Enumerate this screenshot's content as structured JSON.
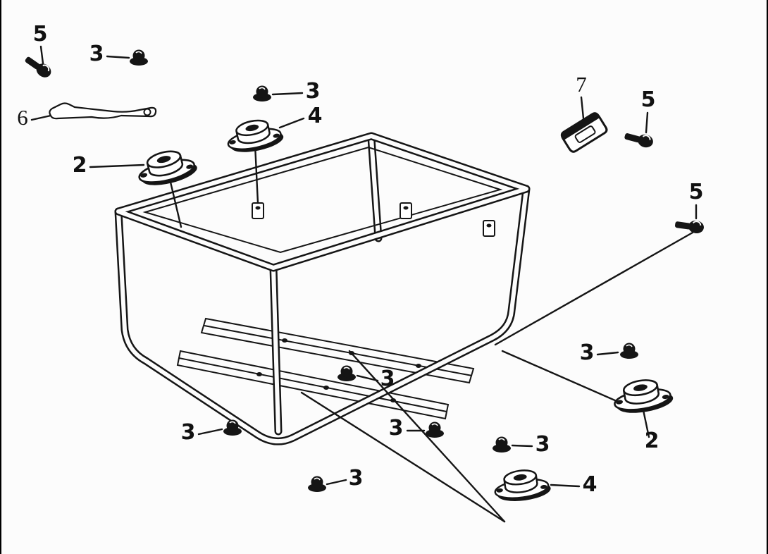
{
  "diagram": {
    "background_color": "#fcfcfc",
    "line_color": "#151515",
    "callouts": [
      {
        "ref": "5",
        "part": "flange-bolt"
      },
      {
        "ref": "3",
        "part": "cap-nut"
      },
      {
        "ref": "6",
        "part": "stay-bracket"
      },
      {
        "ref": "3",
        "part": "cap-nut"
      },
      {
        "ref": "4",
        "part": "rubber-mount"
      },
      {
        "ref": "2",
        "part": "rubber-mount"
      },
      {
        "ref": "7",
        "part": "pipe-clamp"
      },
      {
        "ref": "5",
        "part": "flange-bolt"
      },
      {
        "ref": "5",
        "part": "flange-bolt"
      },
      {
        "ref": "3",
        "part": "cap-nut"
      },
      {
        "ref": "2",
        "part": "rubber-mount"
      },
      {
        "ref": "3",
        "part": "cap-nut"
      },
      {
        "ref": "3",
        "part": "cap-nut"
      },
      {
        "ref": "3",
        "part": "cap-nut"
      },
      {
        "ref": "3",
        "part": "cap-nut"
      },
      {
        "ref": "3",
        "part": "cap-nut"
      },
      {
        "ref": "4",
        "part": "rubber-mount"
      }
    ]
  }
}
